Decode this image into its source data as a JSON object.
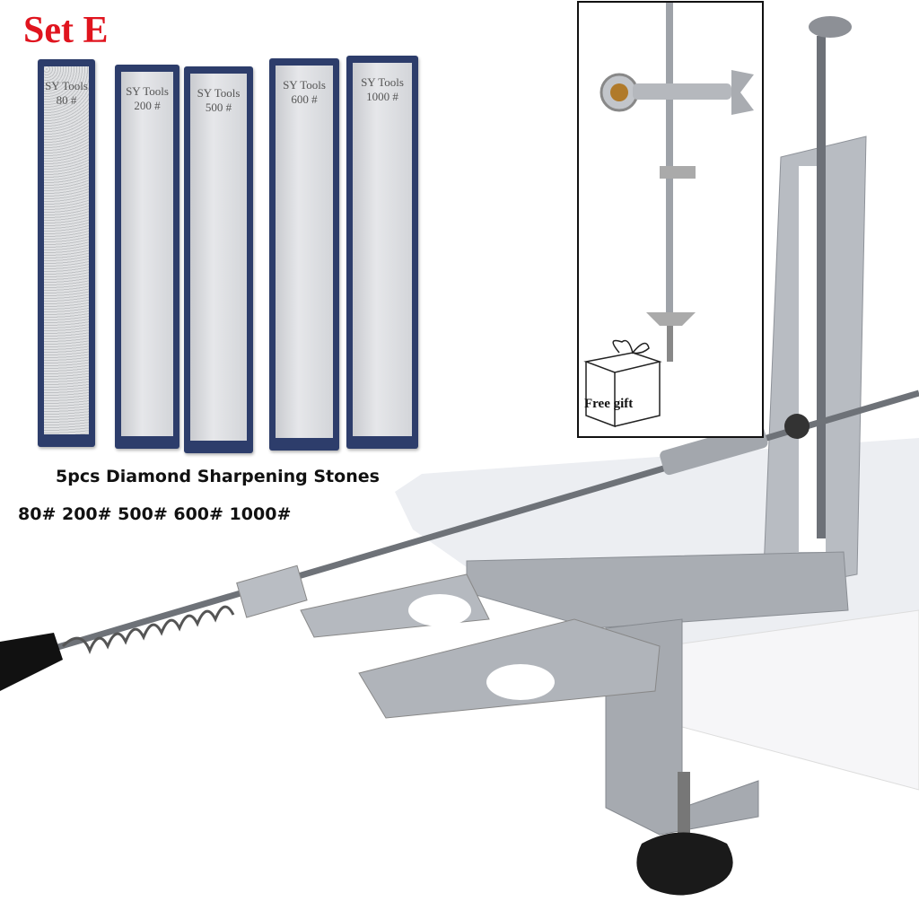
{
  "title": "Set E",
  "title_color": "#e0141e",
  "stones": [
    {
      "brand": "SY Tools",
      "grit": "80 #"
    },
    {
      "brand": "SY Tools",
      "grit": "200 #"
    },
    {
      "brand": "SY Tools",
      "grit": "500 #"
    },
    {
      "brand": "SY Tools",
      "grit": "600 #"
    },
    {
      "brand": "SY Tools",
      "grit": "1000 #"
    }
  ],
  "caption": {
    "line1": "5pcs Diamond Sharpening Stones",
    "line2": "80# 200# 500# 600# 1000#"
  },
  "inset": {
    "gift_label": "Free gift"
  }
}
